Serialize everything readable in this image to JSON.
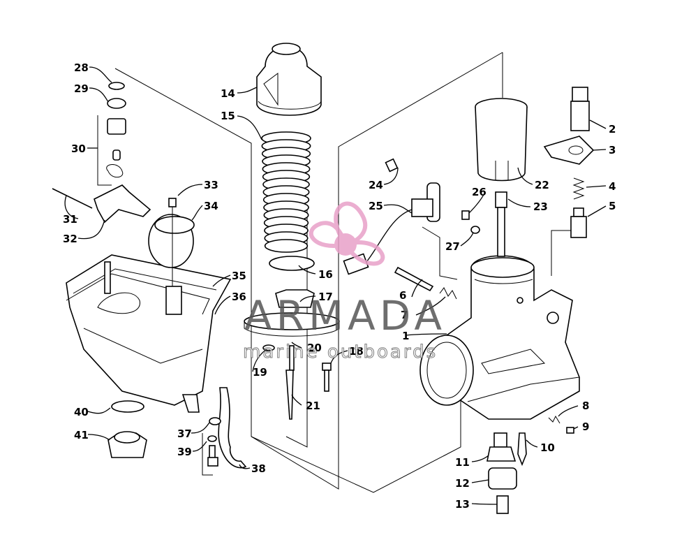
{
  "callouts": {
    "c1": "1",
    "c2": "2",
    "c3": "3",
    "c4": "4",
    "c5": "5",
    "c6": "6",
    "c7": "7",
    "c8": "8",
    "c9": "9",
    "c10": "10",
    "c11": "11",
    "c12": "12",
    "c13": "13",
    "c14": "14",
    "c15": "15",
    "c16": "16",
    "c17": "17",
    "c18": "18",
    "c19": "19",
    "c20": "20",
    "c21": "21",
    "c22": "22",
    "c23": "23",
    "c24": "24",
    "c25": "25",
    "c26": "26",
    "c27": "27",
    "c28": "28",
    "c29": "29",
    "c30": "30",
    "c31": "31",
    "c32": "32",
    "c33": "33",
    "c34": "34",
    "c35": "35",
    "c36": "36",
    "c37": "37",
    "c38": "38",
    "c39": "39",
    "c40": "40",
    "c41": "41"
  },
  "watermark": {
    "brand": "ARMADA",
    "tagline": "marine outboards",
    "accent_color": "#e8a0c8",
    "text_color": "#555555"
  }
}
